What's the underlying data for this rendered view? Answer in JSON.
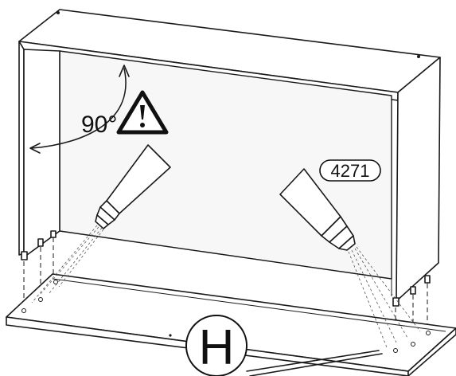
{
  "diagram": {
    "angle_label": "90°",
    "glue_code": "4271",
    "part_letter": "H"
  }
}
